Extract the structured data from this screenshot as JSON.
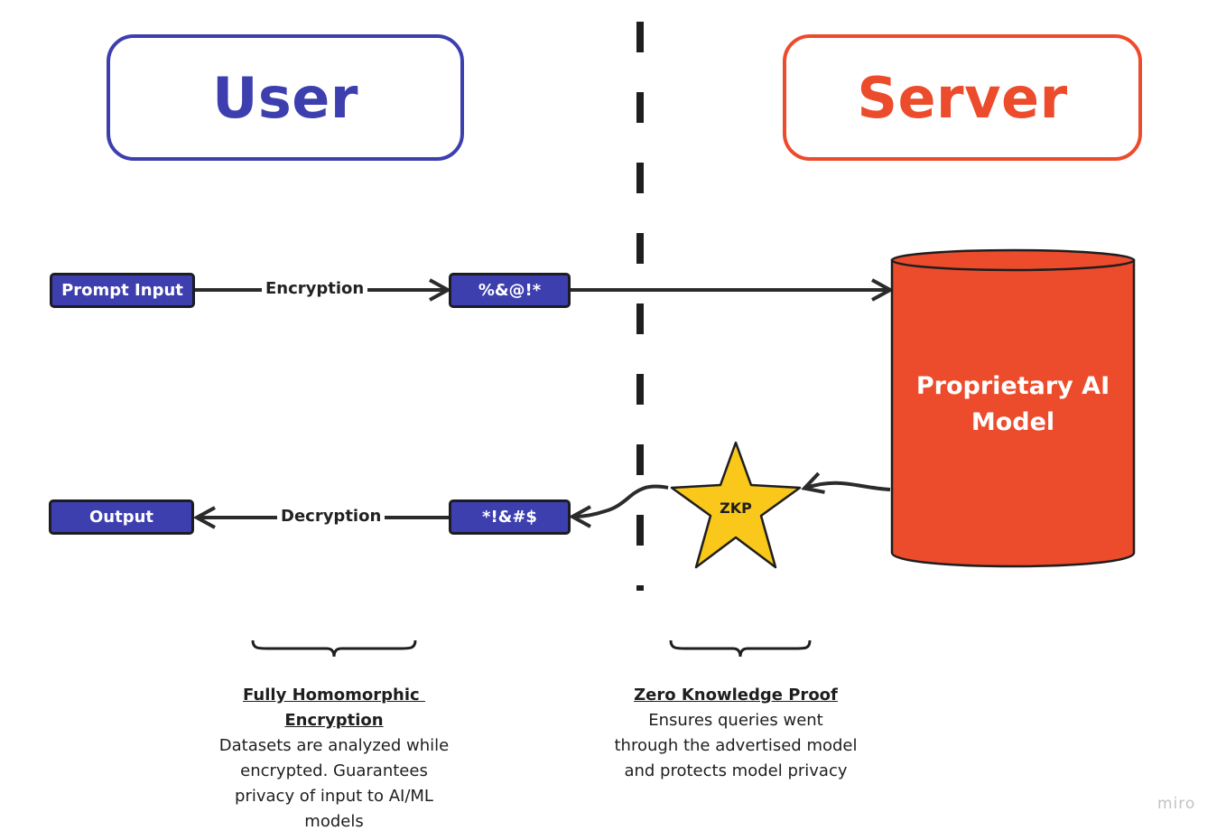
{
  "user": {
    "label": "User",
    "color": "#3d3fae"
  },
  "server": {
    "label": "Server",
    "color": "#ec4b2c"
  },
  "nodes": {
    "prompt_input": "Prompt Input",
    "encrypted_query": "%&@!*",
    "encrypted_result": "*!&#$",
    "output": "Output",
    "model": [
      "Proprietary AI",
      "Model"
    ],
    "zkp": "ZKP"
  },
  "edges": {
    "encryption": "Encryption",
    "decryption": "Decryption"
  },
  "captions": {
    "fhe": {
      "title_lines": [
        "Fully Homomorphic ",
        "Encryption"
      ],
      "body_lines": [
        "Datasets are analyzed while",
        "encrypted. Guarantees",
        "privacy of input to AI/ML",
        "models"
      ]
    },
    "zkp": {
      "title": "Zero Knowledge Proof",
      "body_lines": [
        "Ensures queries went",
        "through the advertised model",
        "and protects model privacy"
      ]
    }
  },
  "watermark": "miro",
  "colors": {
    "pill": "#3d3fae",
    "model": "#ec4b2c",
    "star": "#f9c81a",
    "line": "#2b2b2b"
  }
}
